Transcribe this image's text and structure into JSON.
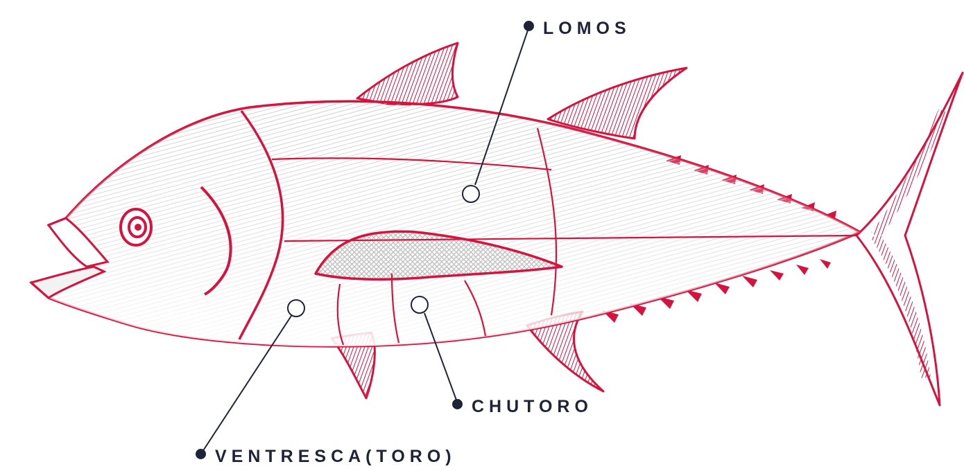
{
  "labels": {
    "lomos": "LOMOS",
    "chutoro": "CHUTORO",
    "ventresca": "VENTRESCA(TORO)"
  },
  "colors": {
    "outline": "#d5133f",
    "hatch": "#c9c9c9",
    "label": "#1e2337",
    "background": "#ffffff"
  },
  "icons": [
    "tuna-fish-illustration",
    "callout-dot",
    "callout-ring"
  ]
}
